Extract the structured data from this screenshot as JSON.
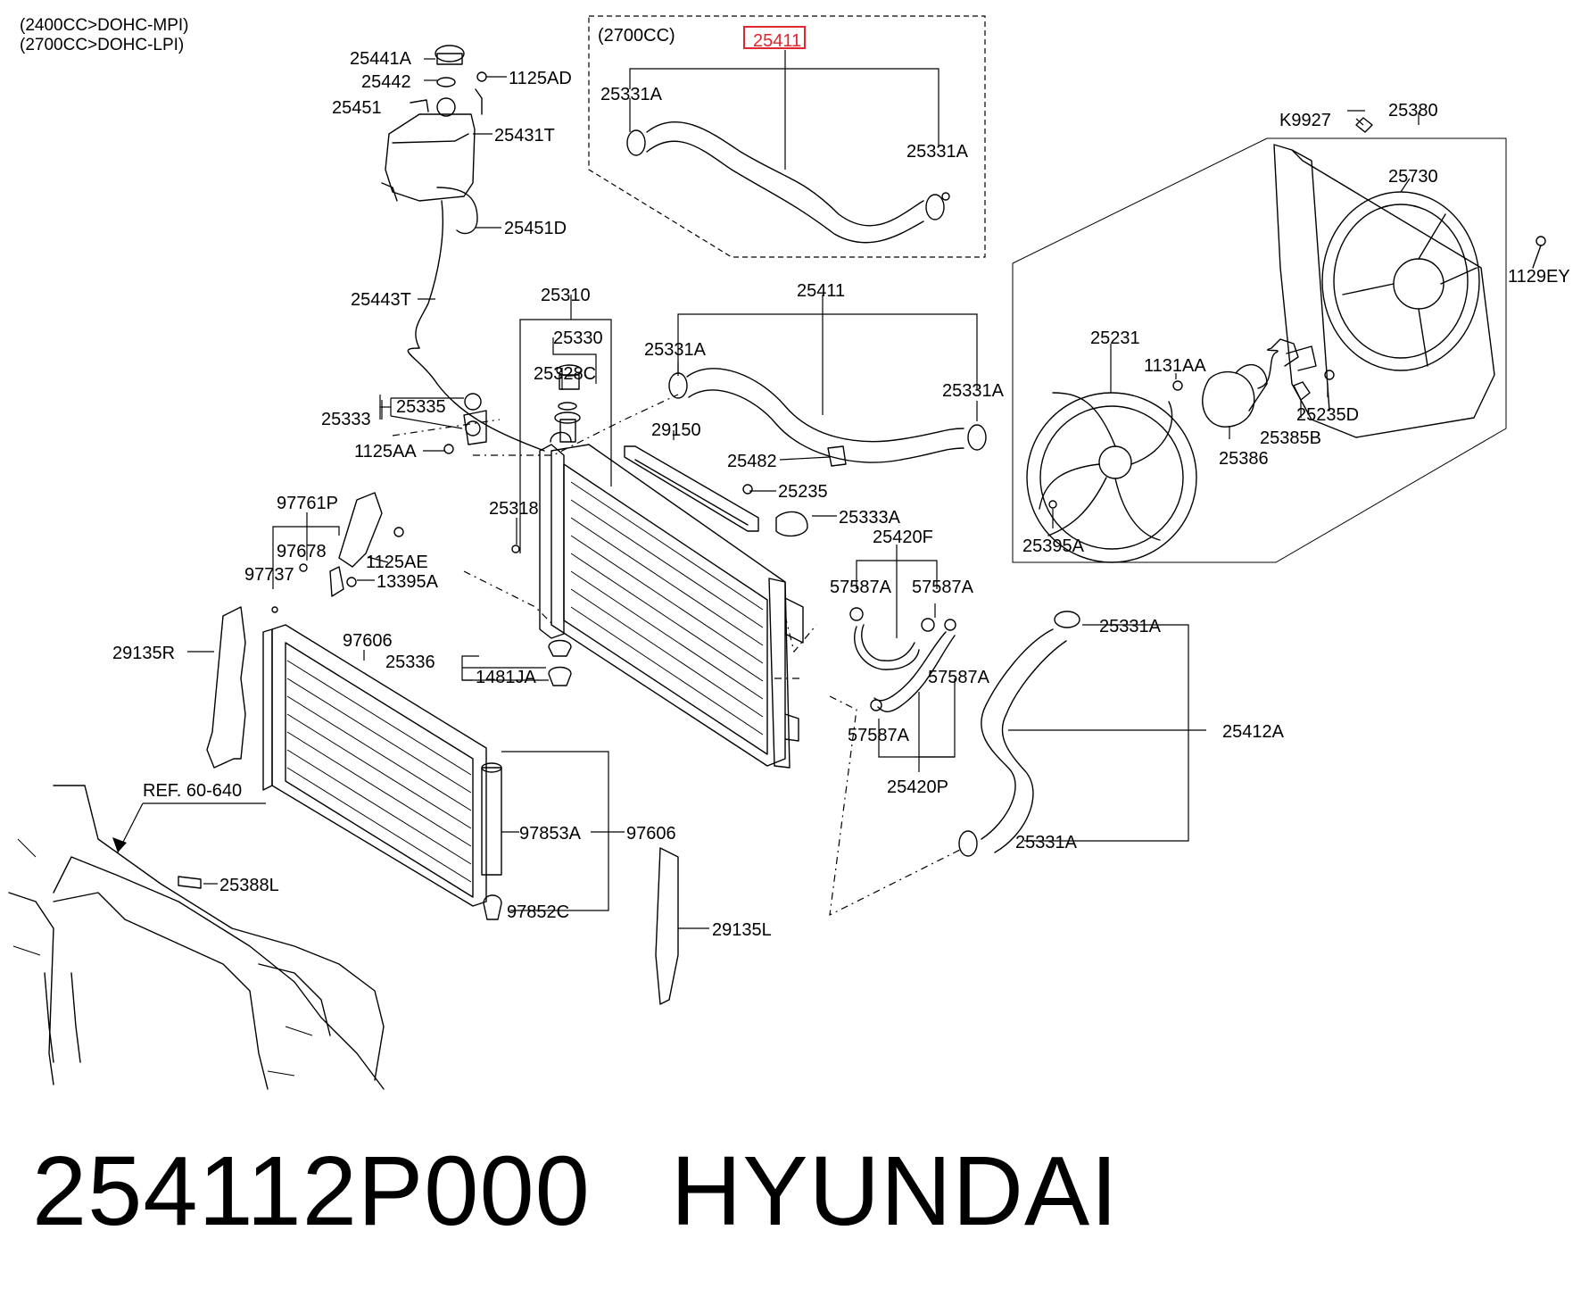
{
  "engine_notes": [
    "(2400CC>DOHC-MPI)",
    "(2700CC>DOHC-LPI)"
  ],
  "variant_box_label": "(2700CC)",
  "highlighted_part": "25411",
  "reference_label": "REF. 60-640",
  "caption": {
    "part_number": "254112P000",
    "brand": "HYUNDAI"
  },
  "labels": [
    {
      "id": "25441A",
      "text": "25441A"
    },
    {
      "id": "25442",
      "text": "25442"
    },
    {
      "id": "1125AD",
      "text": "1125AD"
    },
    {
      "id": "25451",
      "text": "25451"
    },
    {
      "id": "25431T",
      "text": "25431T"
    },
    {
      "id": "25451D",
      "text": "25451D"
    },
    {
      "id": "25443T",
      "text": "25443T"
    },
    {
      "id": "25331A_box_l",
      "text": "25331A"
    },
    {
      "id": "25331A_box_r",
      "text": "25331A"
    },
    {
      "id": "K9927",
      "text": "K9927"
    },
    {
      "id": "25380",
      "text": "25380"
    },
    {
      "id": "25730",
      "text": "25730"
    },
    {
      "id": "1129EY",
      "text": "1129EY"
    },
    {
      "id": "25310",
      "text": "25310"
    },
    {
      "id": "25330",
      "text": "25330"
    },
    {
      "id": "25328C",
      "text": "25328C"
    },
    {
      "id": "25411",
      "text": "25411"
    },
    {
      "id": "25331A_u_l",
      "text": "25331A"
    },
    {
      "id": "25331A_u_r",
      "text": "25331A"
    },
    {
      "id": "25231",
      "text": "25231"
    },
    {
      "id": "1131AA",
      "text": "1131AA"
    },
    {
      "id": "25235D",
      "text": "25235D"
    },
    {
      "id": "25385B",
      "text": "25385B"
    },
    {
      "id": "25386",
      "text": "25386"
    },
    {
      "id": "25395A",
      "text": "25395A"
    },
    {
      "id": "25333",
      "text": "25333"
    },
    {
      "id": "25335",
      "text": "25335"
    },
    {
      "id": "1125AA",
      "text": "1125AA"
    },
    {
      "id": "29150",
      "text": "29150"
    },
    {
      "id": "25482",
      "text": "25482"
    },
    {
      "id": "25235",
      "text": "25235"
    },
    {
      "id": "25333A",
      "text": "25333A"
    },
    {
      "id": "25318",
      "text": "25318"
    },
    {
      "id": "97761P",
      "text": "97761P"
    },
    {
      "id": "97678",
      "text": "97678"
    },
    {
      "id": "1125AE",
      "text": "1125AE"
    },
    {
      "id": "97737",
      "text": "97737"
    },
    {
      "id": "13395A",
      "text": "13395A"
    },
    {
      "id": "25420F",
      "text": "25420F"
    },
    {
      "id": "57587A_1",
      "text": "57587A"
    },
    {
      "id": "57587A_2",
      "text": "57587A"
    },
    {
      "id": "57587A_3",
      "text": "57587A"
    },
    {
      "id": "57587A_4",
      "text": "57587A"
    },
    {
      "id": "25420P",
      "text": "25420P"
    },
    {
      "id": "25331A_l_t",
      "text": "25331A"
    },
    {
      "id": "25412A",
      "text": "25412A"
    },
    {
      "id": "25331A_l_b",
      "text": "25331A"
    },
    {
      "id": "29135R",
      "text": "29135R"
    },
    {
      "id": "97606_a",
      "text": "97606"
    },
    {
      "id": "25336",
      "text": "25336"
    },
    {
      "id": "1481JA",
      "text": "1481JA"
    },
    {
      "id": "97853A",
      "text": "97853A"
    },
    {
      "id": "97606_b",
      "text": "97606"
    },
    {
      "id": "97852C",
      "text": "97852C"
    },
    {
      "id": "25388L",
      "text": "25388L"
    },
    {
      "id": "29135L",
      "text": "29135L"
    }
  ]
}
